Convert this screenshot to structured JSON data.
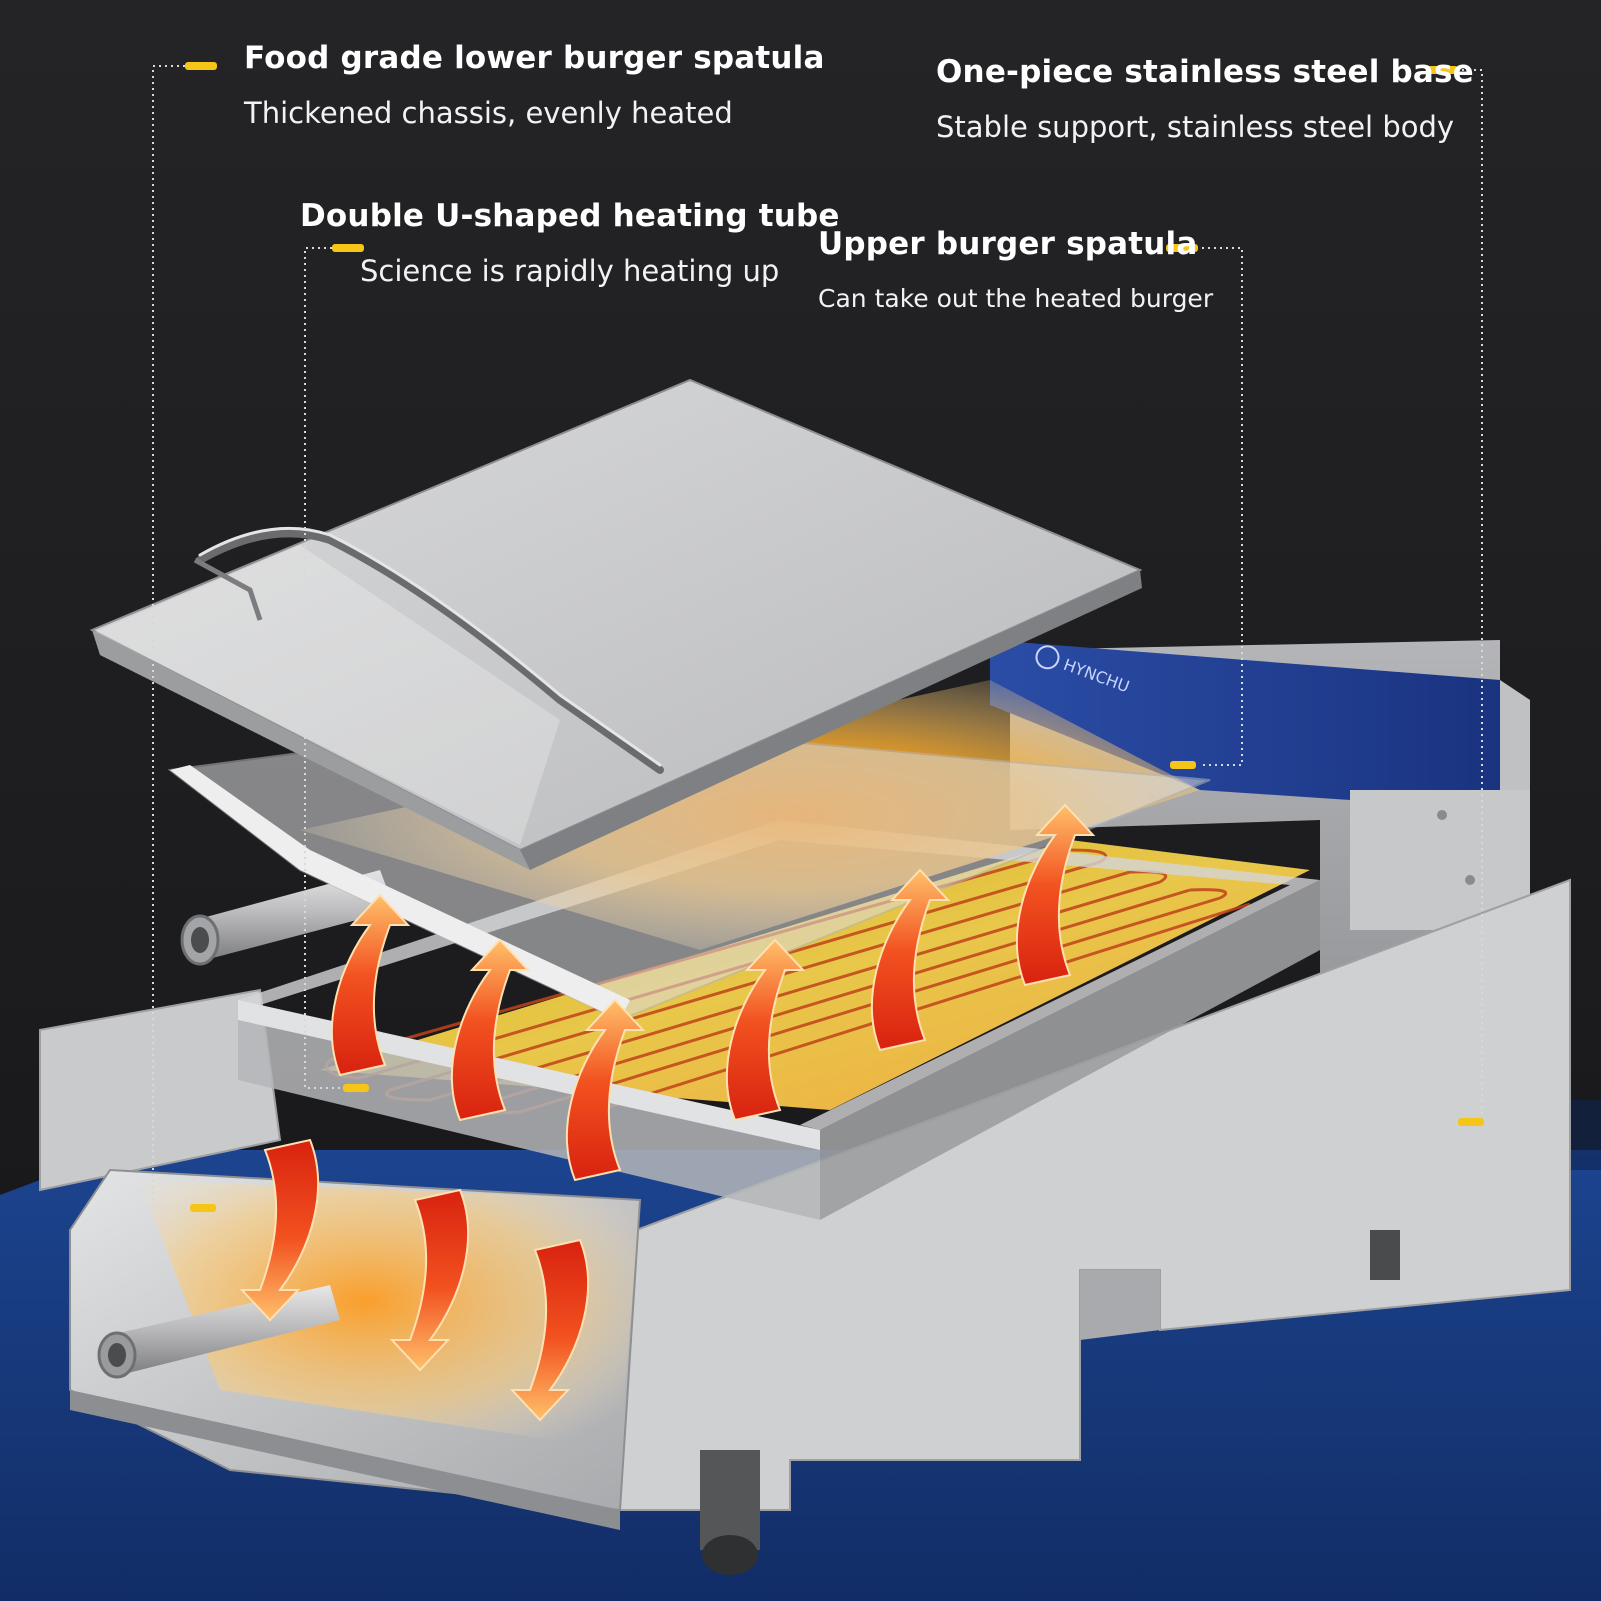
{
  "callouts": {
    "lower_spatula": {
      "title": "Food grade lower burger spatula",
      "subtitle": "Thickened chassis, evenly heated"
    },
    "base": {
      "title": "One-piece stainless steel base",
      "subtitle": "Stable support, stainless steel body"
    },
    "heating_tube": {
      "title": "Double U-shaped heating tube",
      "subtitle": "Science is rapidly heating up"
    },
    "upper_spatula": {
      "title": "Upper burger spatula",
      "subtitle": "Can take out the heated burger"
    }
  },
  "brand_label": "HYNCHU",
  "colors": {
    "background_top": "#1f1f21",
    "floor": "#1a3f8c",
    "accent_marker": "#f5c518",
    "steel": "#c9cacb",
    "panel_blue": "#1c3a8f",
    "heat_orange": "#ff7a12",
    "arrow_red": "#e8321a"
  }
}
